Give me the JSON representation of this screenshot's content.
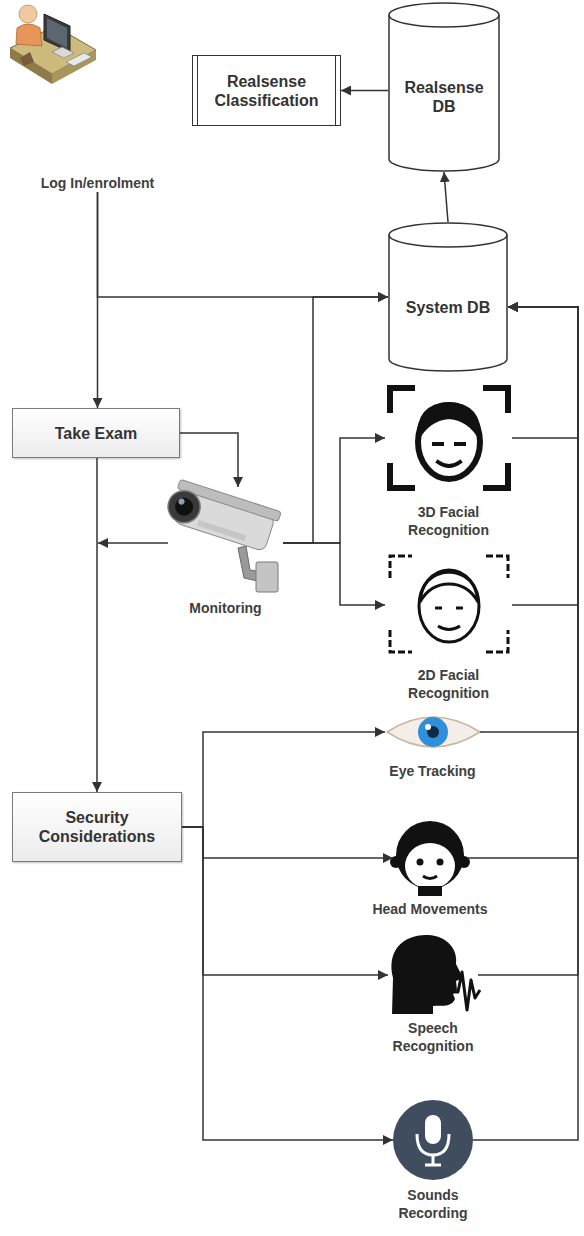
{
  "diagram": {
    "nodes": [
      {
        "text": [
          "Log In/enrolment"
        ]
      },
      {
        "text": [
          "Realsense Classification"
        ]
      },
      {
        "text": [
          "Realsense DB"
        ]
      },
      {
        "text": [
          "System DB"
        ]
      },
      {
        "text": [
          "Take Exam"
        ]
      },
      {
        "text": [
          "3D Facial Recognition"
        ]
      },
      {
        "text": [
          "Monitoring"
        ]
      },
      {
        "text": [
          "2D Facial Recognition"
        ]
      },
      {
        "text": [
          "Eye Tracking"
        ]
      },
      {
        "text": [
          "Head Movements"
        ]
      },
      {
        "text": [
          "Security Considerations"
        ]
      },
      {
        "text": [
          "Speech Recognition"
        ]
      },
      {
        "text": [
          "Sounds Recording"
        ]
      }
    ],
    "edges": [
      {
        "from": 0,
        "to": 3,
        "arrow": "to"
      },
      {
        "from": 0,
        "to": 4,
        "arrow": "to"
      },
      {
        "from": 2,
        "to": 1,
        "arrow": "to"
      },
      {
        "from": 3,
        "to": 2,
        "arrow": "to"
      },
      {
        "from": 4,
        "to": 6,
        "arrow": "to"
      },
      {
        "from": 6,
        "to": 3,
        "arrow": "to"
      },
      {
        "from": 6,
        "to": 5,
        "arrow": "to"
      },
      {
        "from": 6,
        "to": 7,
        "arrow": "to"
      },
      {
        "from": 4,
        "to": 10,
        "arrow": "to"
      },
      {
        "from": 10,
        "to": 8,
        "arrow": "to"
      },
      {
        "from": 10,
        "to": 9,
        "arrow": "to"
      },
      {
        "from": 10,
        "to": 11,
        "arrow": "to"
      },
      {
        "from": 10,
        "to": 12,
        "arrow": "to"
      },
      {
        "from": 5,
        "to": 3,
        "arrow": "to"
      },
      {
        "from": 7,
        "to": 3,
        "arrow": "to"
      },
      {
        "from": 8,
        "to": 3,
        "arrow": "to"
      },
      {
        "from": 9,
        "to": 3,
        "arrow": "to"
      },
      {
        "from": 11,
        "to": 3,
        "arrow": "to"
      },
      {
        "from": 12,
        "to": 3,
        "arrow": "to"
      }
    ]
  }
}
